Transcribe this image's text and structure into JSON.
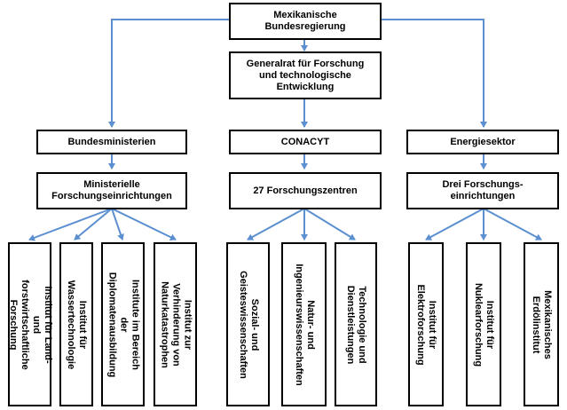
{
  "colors": {
    "connector": "#5B8FD0",
    "border": "#000000"
  },
  "top": "Mexikanische\nBundesregierung",
  "council": "Generalrat für Forschung\nund technologische\nEntwicklung",
  "sectors": [
    {
      "name": "Bundesministerien",
      "sub": "Ministerielle\nForschungseinrichtungen",
      "leaves": [
        "Institut für Land- und\nforstwirtschaftliche Forschung",
        "Institut für Wassertechnologie",
        "Institute im Bereich der\nDiplomatenausbildung",
        "Institut zur Verhinderung von\nNaturkatastrophen"
      ]
    },
    {
      "name": "CONACYT",
      "sub": "27 Forschungszentren",
      "leaves": [
        "Sozial- und\nGeisteswissenschaften",
        "Natur- und\nIngenieurswissenschaften",
        "Technologie und\nDienstleistungen"
      ]
    },
    {
      "name": "Energiesektor",
      "sub": "Drei Forschungs-\neinrichtungen",
      "leaves": [
        "Institut für Elektroforschung",
        "Institut für Nuklearforschung",
        "Mexikanisches Erdölinstitut"
      ]
    }
  ]
}
